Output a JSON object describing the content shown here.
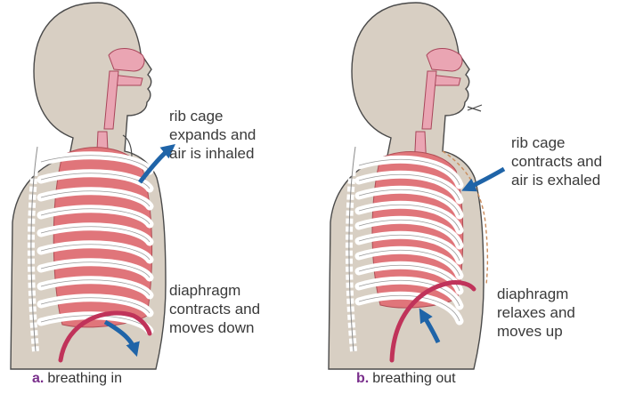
{
  "panel_a": {
    "caption_letter": "a.",
    "caption_text": "breathing in",
    "rib_label": "rib cage\nexpands and\nair is inhaled",
    "diaphragm_label": "diaphragm\ncontracts and\nmoves down"
  },
  "panel_b": {
    "caption_letter": "b.",
    "caption_text": "breathing out",
    "rib_label": "rib cage\ncontracts and\nair is exhaled",
    "diaphragm_label": "diaphragm\nrelaxes and\nmoves up"
  },
  "colors": {
    "body": "#d8cfc3",
    "outline": "#4a4a4a",
    "lung": "#e0757a",
    "rib": "#ffffff",
    "airway": "#eaa5b3",
    "diaphragm": "#c0335a",
    "arrow": "#1f64a8",
    "caption_letter": "#7a2f8c"
  }
}
